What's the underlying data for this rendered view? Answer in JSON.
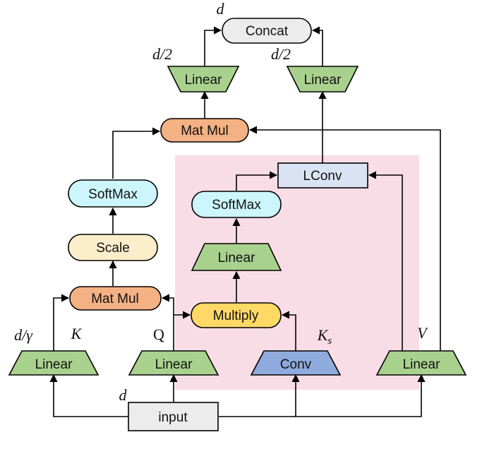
{
  "colors": {
    "region": "#f9dde6",
    "green": "#a9d18e",
    "orange": "#f4b183",
    "yellow_light": "#fdeecb",
    "yellow_bright": "#ffd966",
    "cyan": "#ccf6fb",
    "blue_light": "#dae3f3",
    "blue": "#8faadc",
    "gray": "#ececec"
  },
  "nodes": {
    "concat": "Concat",
    "linear_top_left": "Linear",
    "linear_top_right": "Linear",
    "matmul_top": "Mat Mul",
    "lconv": "LConv",
    "softmax_left": "SoftMax",
    "softmax_inner": "SoftMax",
    "scale": "Scale",
    "linear_inner": "Linear",
    "matmul_bottom": "Mat Mul",
    "multiply": "Multiply",
    "linear_k": "Linear",
    "linear_q": "Linear",
    "conv": "Conv",
    "linear_v": "Linear",
    "input": "input"
  },
  "labels": {
    "d_top": "d",
    "d2_left": "d/2",
    "d2_right": "d/2",
    "d_gamma": "d/γ",
    "k": "K",
    "q": "Q",
    "ks_main": "K",
    "ks_sub": "s",
    "v": "V",
    "d_input": "d"
  }
}
